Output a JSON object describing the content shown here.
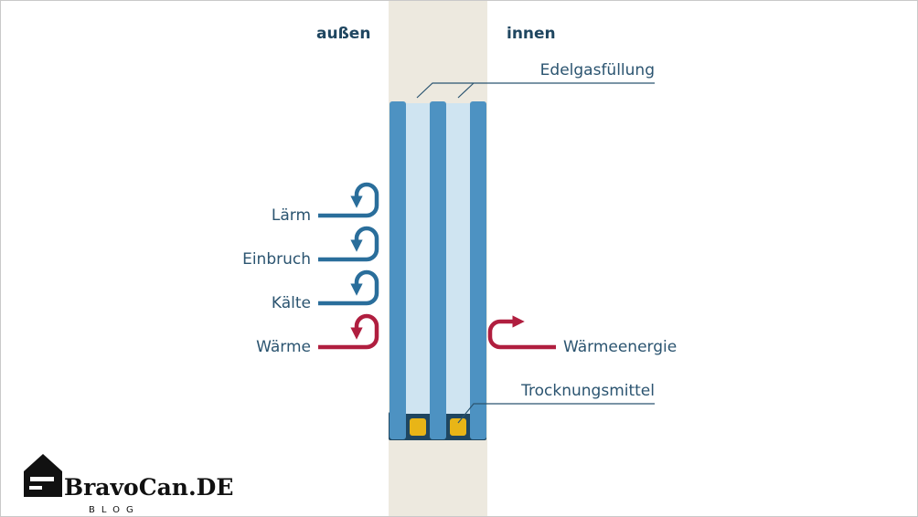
{
  "labels": {
    "outside": "außen",
    "inside": "innen",
    "gas_fill": "Edelgasfüllung",
    "noise": "Lärm",
    "burglary": "Einbruch",
    "cold": "Kälte",
    "heat": "Wärme",
    "heat_energy": "Wärmeenergie",
    "desiccant": "Trocknungsmittel"
  },
  "logo": {
    "brand": "BravoCan.DE",
    "tagline": "BLOG"
  },
  "colors": {
    "background": "#ffffff",
    "wall": "#ede9df",
    "glass": "#4d92c2",
    "gas": "#cfe4f1",
    "frame": "#1f4660",
    "blue_arrow": "#2a6e9b",
    "red_arrow": "#b01e3f",
    "desiccant": "#e8b517",
    "label_text": "#2b5470"
  }
}
